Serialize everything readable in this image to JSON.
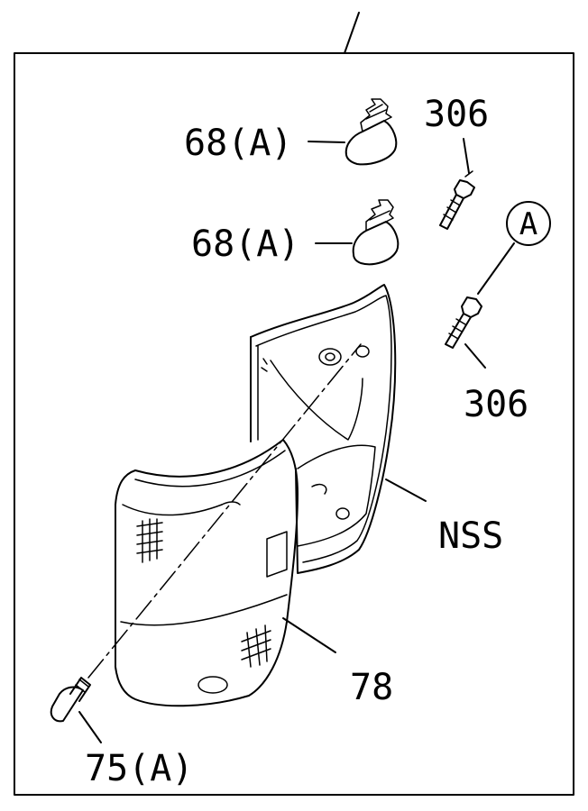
{
  "callouts": {
    "bulb_upper": "68(A)",
    "bulb_lower": "68(A)",
    "socket_upper": "306",
    "socket_lower": "306",
    "reference_marker": "A",
    "housing": "NSS",
    "lens": "78",
    "screw": "75(A)"
  }
}
